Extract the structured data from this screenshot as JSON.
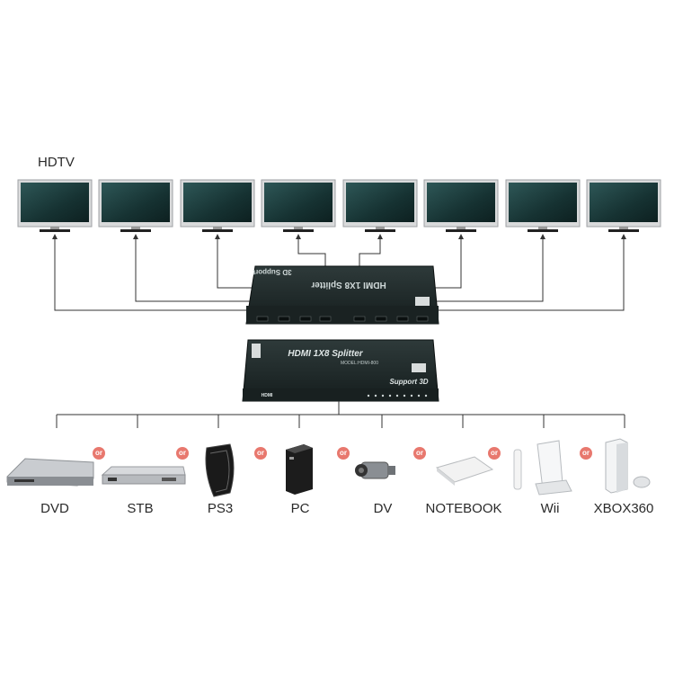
{
  "diagram": {
    "tv_group_label": "HDTV",
    "splitter_top": {
      "brand_flipped": "HDMI 1X8 Splitter",
      "tag_flipped": "3D Support"
    },
    "splitter_bottom": {
      "title": "HDMI 1X8 Splitter",
      "model": "MODEL:HDMI-800",
      "support": "Support 3D",
      "logo": "HDMI"
    },
    "or_text": "or",
    "sources": [
      {
        "name": "DVD",
        "icon": "dvd-player-icon"
      },
      {
        "name": "STB",
        "icon": "set-top-box-icon"
      },
      {
        "name": "PS3",
        "icon": "ps3-console-icon"
      },
      {
        "name": "PC",
        "icon": "pc-tower-icon"
      },
      {
        "name": "DV",
        "icon": "camcorder-icon"
      },
      {
        "name": "NOTEBOOK",
        "icon": "notebook-icon"
      },
      {
        "name": "Wii",
        "icon": "wii-console-icon"
      },
      {
        "name": "XBOX360",
        "icon": "xbox360-console-icon"
      }
    ],
    "colors": {
      "splitter_body": "#1f2a2a",
      "screen": "#1b3a3a",
      "lines": "#333333",
      "or_badge": "#e8786e"
    }
  }
}
